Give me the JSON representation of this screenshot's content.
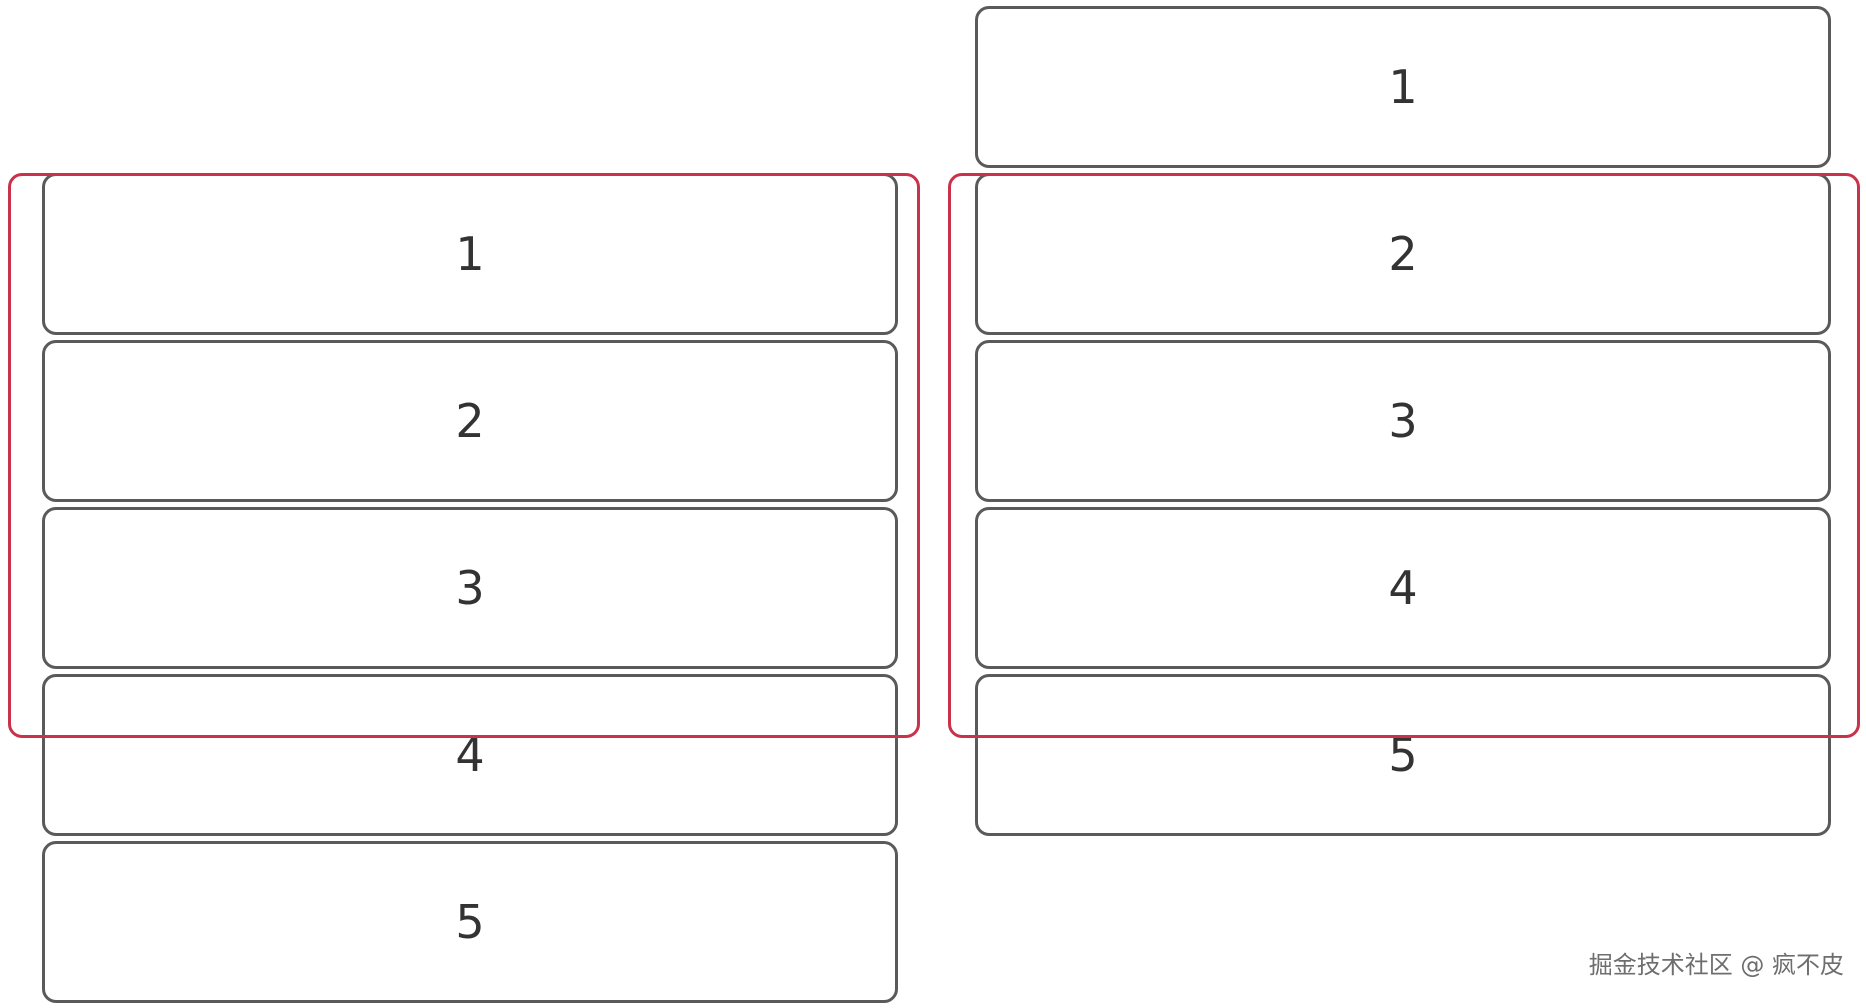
{
  "left_list": {
    "items": [
      "1",
      "2",
      "3",
      "4",
      "5"
    ]
  },
  "right_list": {
    "items": [
      "1",
      "2",
      "3",
      "4",
      "5"
    ]
  },
  "colors": {
    "item_border": "#5a5a5a",
    "viewport_border": "#c8334b"
  },
  "watermark": "掘金技术社区 @ 疯不皮"
}
